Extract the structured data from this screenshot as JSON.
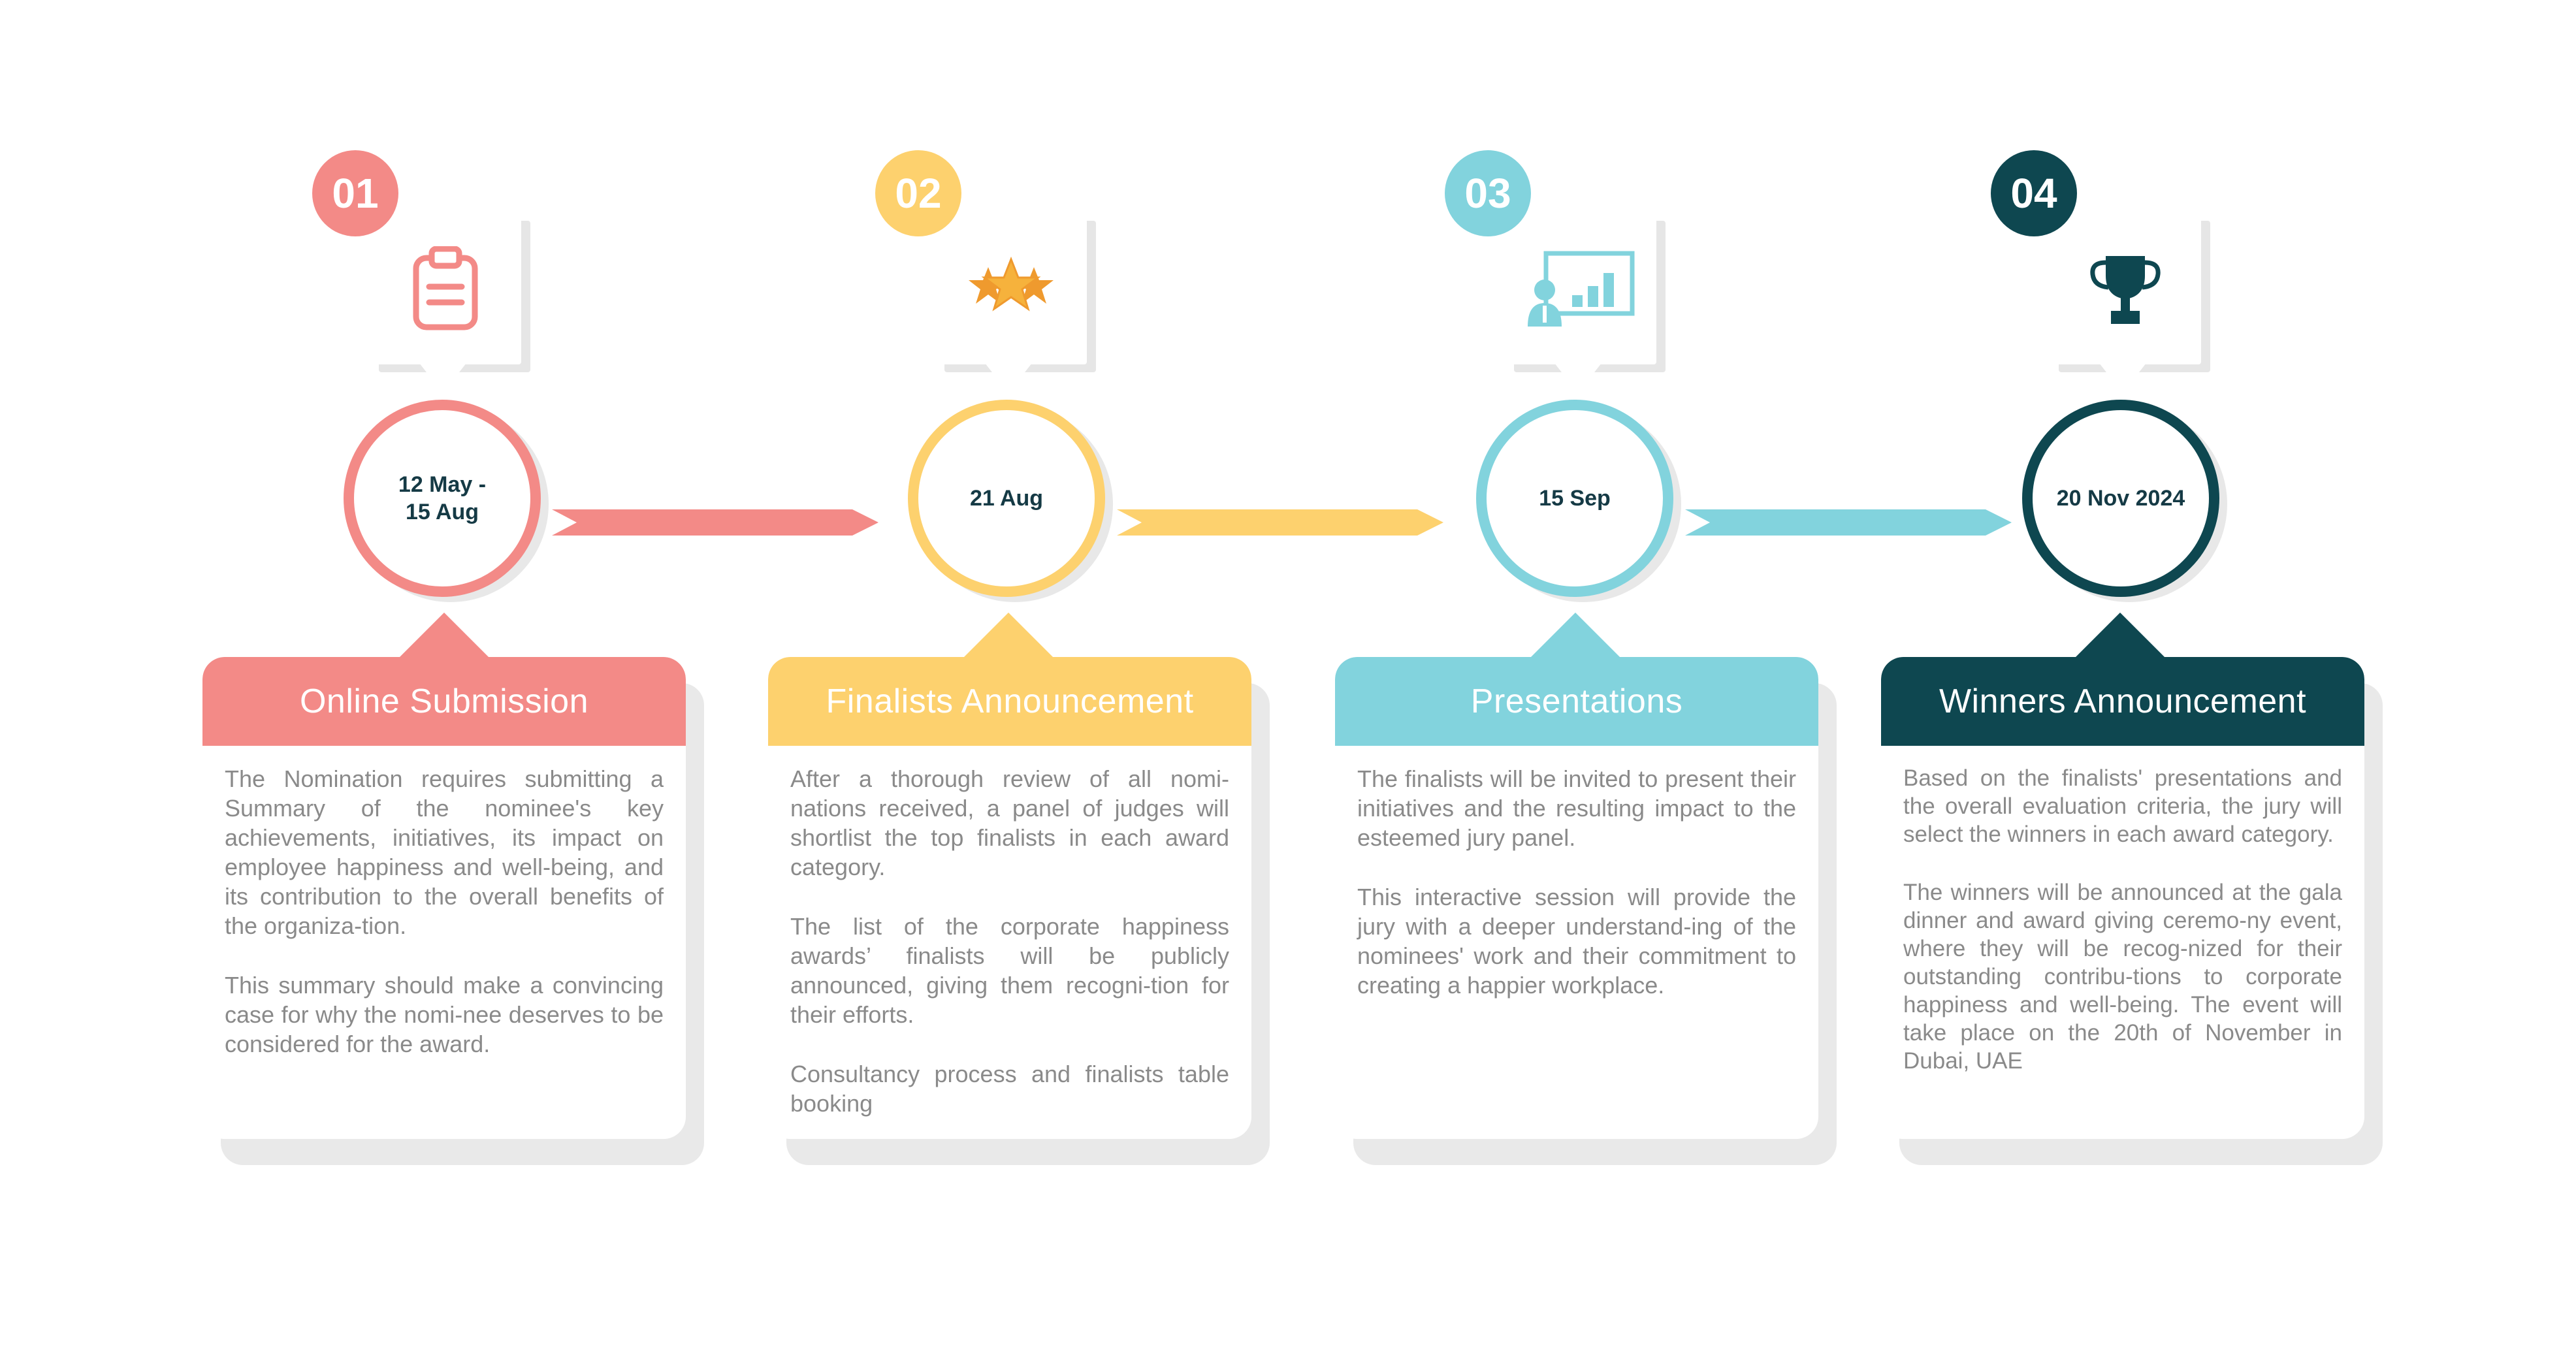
{
  "colors": {
    "step1": "#f38a87",
    "step2": "#fdd16e",
    "step3": "#82d3dd",
    "step4": "#0e4750",
    "text_gray": "#8a8a8a",
    "date_text": "#153a45"
  },
  "steps": [
    {
      "number": "01",
      "icon": "clipboard-icon",
      "date": "12 May -\n15 Aug",
      "title": "Online Submission",
      "paragraphs": [
        "The Nomination requires submitting a Summary of the nominee's key achievements, initiatives, its impact on employee happiness and well-being, and its contribution to the overall benefits of the organiza-tion.",
        "This summary should make a convincing case for why the nomi-nee deserves to be considered for the award."
      ]
    },
    {
      "number": "02",
      "icon": "stars-icon",
      "date": "21 Aug",
      "title": "Finalists Announcement",
      "paragraphs": [
        "After a thorough review of all nomi-nations received, a panel of judges will shortlist the top finalists in each award category.",
        "The list of the corporate happiness awards’ finalists will be publicly announced, giving them recogni-tion for their efforts.",
        "Consultancy process and finalists table booking"
      ]
    },
    {
      "number": "03",
      "icon": "presentation-icon",
      "date": "15 Sep",
      "title": "Presentations",
      "paragraphs": [
        "The finalists will be invited to present their initiatives and the resulting impact to the esteemed jury panel.",
        "This interactive session will provide the jury with a deeper understand-ing of the nominees' work and their commitment to creating a happier workplace."
      ]
    },
    {
      "number": "04",
      "icon": "trophy-icon",
      "date": "20 Nov 2024",
      "title": "Winners Announcement",
      "paragraphs": [
        "Based on the finalists' presentations and the overall evaluation criteria, the jury will select the winners in each award category.",
        "The winners will be announced at the gala dinner and award giving ceremo-ny event, where they will be recog-nized for their outstanding contribu-tions to corporate happiness and well-being. The event will take place on the 20th of November in Dubai, UAE"
      ]
    }
  ]
}
